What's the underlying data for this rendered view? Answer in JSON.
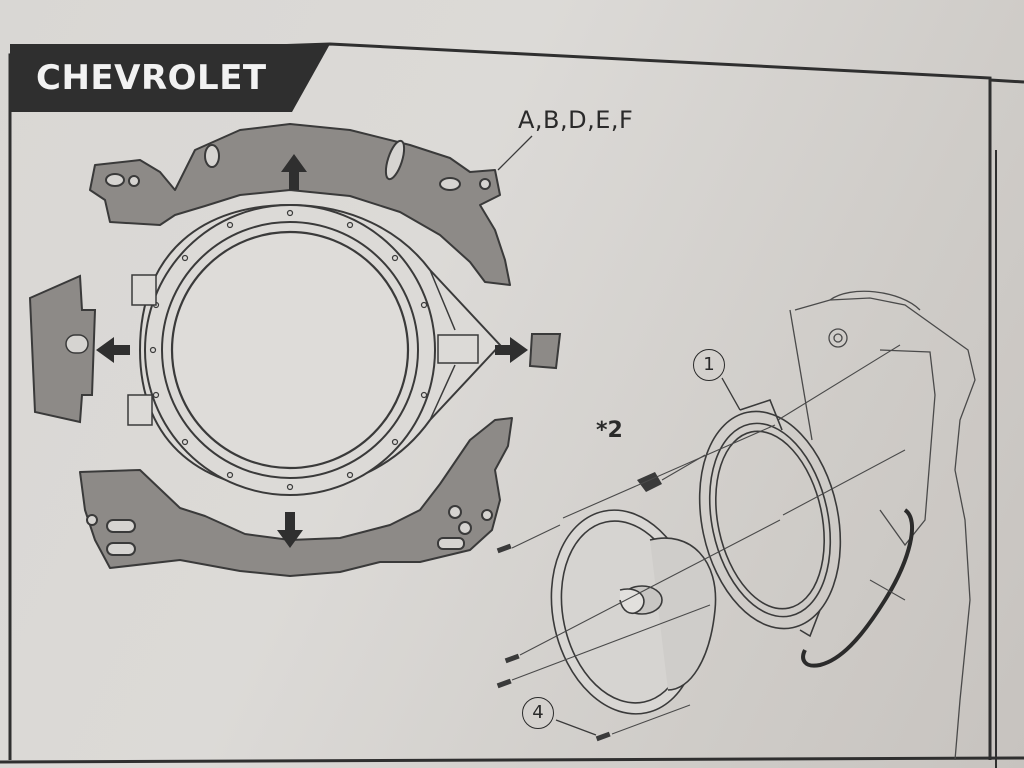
{
  "header": {
    "title": "CHEVROLET"
  },
  "labels": {
    "parts": "A,B,D,E,F",
    "screw_note": "*2",
    "callout_1": "1",
    "callout_4": "4"
  },
  "colors": {
    "paper": "#dad8d5",
    "header_band": "#2f2f2f",
    "bracket_fill": "#8d8a87",
    "line": "#3a3a3a",
    "arrow": "#2f2f2f"
  }
}
